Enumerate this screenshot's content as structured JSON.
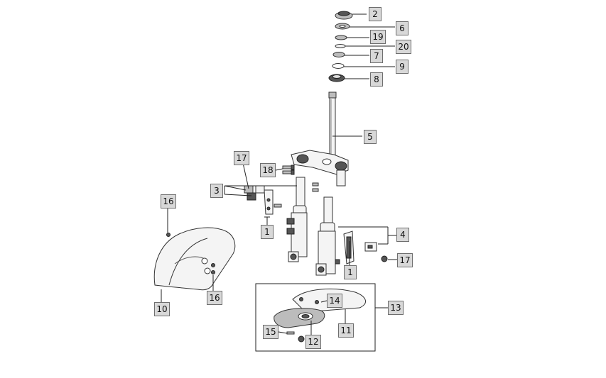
{
  "diagram": {
    "callouts": [
      {
        "key": "c2",
        "label": "2"
      },
      {
        "key": "c6",
        "label": "6"
      },
      {
        "key": "c19",
        "label": "19"
      },
      {
        "key": "c20",
        "label": "20"
      },
      {
        "key": "c7",
        "label": "7"
      },
      {
        "key": "c9",
        "label": "9"
      },
      {
        "key": "c8",
        "label": "8"
      },
      {
        "key": "c5",
        "label": "5"
      },
      {
        "key": "c17a",
        "label": "17"
      },
      {
        "key": "c18",
        "label": "18"
      },
      {
        "key": "c3",
        "label": "3"
      },
      {
        "key": "c16a",
        "label": "16"
      },
      {
        "key": "c1a",
        "label": "1"
      },
      {
        "key": "c4",
        "label": "4"
      },
      {
        "key": "c17b",
        "label": "17"
      },
      {
        "key": "c1b",
        "label": "1"
      },
      {
        "key": "c16b",
        "label": "16"
      },
      {
        "key": "c10",
        "label": "10"
      },
      {
        "key": "c13",
        "label": "13"
      },
      {
        "key": "c14",
        "label": "14"
      },
      {
        "key": "c11",
        "label": "11"
      },
      {
        "key": "c15",
        "label": "15"
      },
      {
        "key": "c12",
        "label": "12"
      }
    ]
  }
}
